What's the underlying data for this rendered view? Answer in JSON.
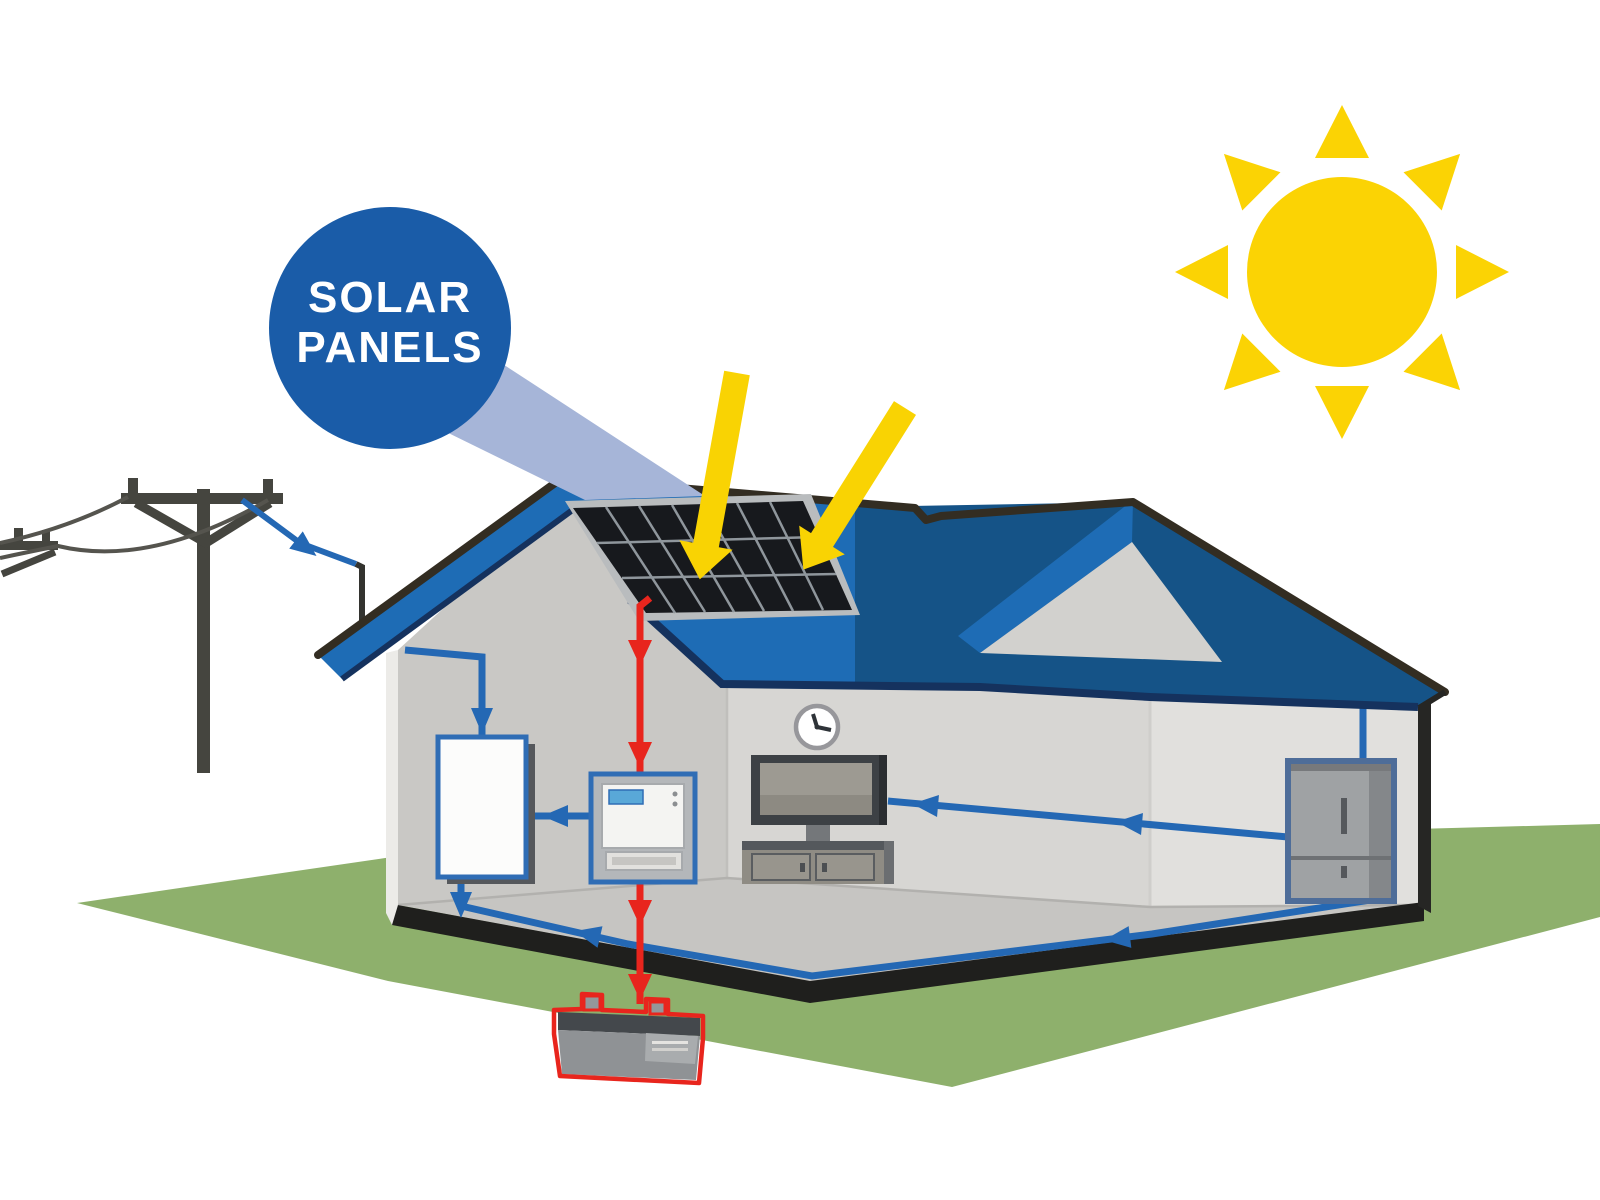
{
  "scene": {
    "callout": {
      "line1": "SOLAR",
      "line2": "PANELS"
    },
    "components": [
      "sun",
      "solar-panels-callout",
      "sunbeam-spotlight",
      "sunlight-arrows",
      "house-cutaway",
      "roof-solar-panel",
      "power-pole",
      "power-lines",
      "grid-service-wire",
      "switchboard",
      "inverter",
      "wall-clock",
      "tv",
      "fridge",
      "battery",
      "dc-wire-red",
      "ac-wire-blue",
      "grass"
    ]
  },
  "colors": {
    "sun_yellow": "#FBD304",
    "sunlight_arrow_yellow": "#F9D303",
    "callout_bubble_blue": "#1A5CA8",
    "callout_text_white": "#FFFFFF",
    "beam_lavender": "#A6B5D8",
    "roof_blue": "#1E6CB5",
    "roof_shadow_blue": "#155387",
    "roof_edge_navy": "#15325E",
    "ridge_dark": "#332D22",
    "gable_wall_gray": "#C9C8C5",
    "back_wall_gray": "#D7D6D3",
    "right_wall_gray": "#E1E0DD",
    "floor_gray": "#C6C5C2",
    "fascia_black": "#1F1F1D",
    "grass_green": "#8EB06C",
    "ac_wire_blue": "#2468B4",
    "dc_wire_red": "#E8251D",
    "panel_cell_black": "#17191D",
    "panel_frame_gray": "#B9BCBE",
    "pole_gray": "#45453F"
  }
}
